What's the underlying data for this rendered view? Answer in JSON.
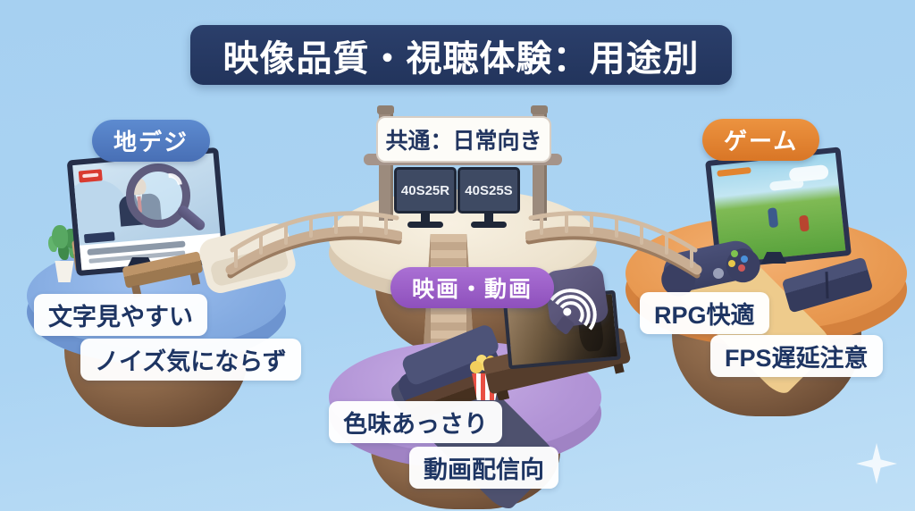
{
  "title": "映像品質・視聴体験：用途別",
  "islands": {
    "terrestrial": {
      "badge": "地デジ",
      "features": [
        "文字見やすい",
        "ノイズ気にならず"
      ]
    },
    "common": {
      "sign": "共通：日常向き",
      "monitors": [
        "40S25R",
        "40S25S"
      ]
    },
    "movie": {
      "badge": "映画・動画",
      "features": [
        "色味あっさり",
        "動画配信向"
      ]
    },
    "game": {
      "badge": "ゲーム",
      "features": [
        "RPG快適",
        "FPS遅延注意"
      ]
    }
  },
  "icons": [
    "magnifier-icon",
    "wifi-icon",
    "sparkle-icon",
    "news-tv-icon",
    "movie-tv-icon",
    "game-tv-icon",
    "controller-icon",
    "popcorn-icon"
  ],
  "colors": {
    "background": "#a9d3f3",
    "title_bg": "#24365e",
    "label_text": "#1e3563",
    "badge_terrestrial": "#4f7fc6",
    "badge_movie": "#9c62c7",
    "badge_game": "#e08433",
    "island_terrestrial": "#85ade2",
    "island_common": "#efe6d4",
    "island_movie": "#bb9fdd",
    "island_game": "#ea9c5a",
    "island_rock": "#7c5a40",
    "bridge": "#c9ae93"
  }
}
